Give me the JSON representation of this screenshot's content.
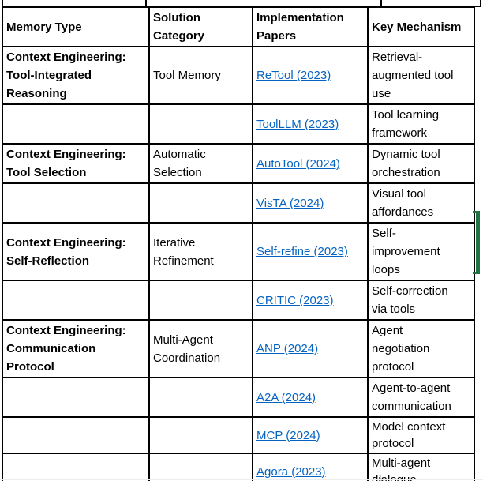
{
  "colors": {
    "link_blue": "#0563C1",
    "bracket_green": "#217346",
    "table_border": "#000000",
    "background": "#ffffff"
  },
  "table": {
    "columns": {
      "memory_type": "Memory Type",
      "solution_category": "Solution\nCategory",
      "papers": "Implementation\nPapers",
      "mechanism": "Key Mechanism"
    },
    "rows": [
      {
        "memory_type": "Context Engineering:\nTool-Integrated\nReasoning",
        "solution_category": "Tool Memory",
        "paper": "ReTool (2023)",
        "mechanism": "Retrieval-\naugmented tool\nuse"
      },
      {
        "memory_type": "",
        "solution_category": "",
        "paper": "ToolLLM (2023)",
        "mechanism": "Tool learning\nframework"
      },
      {
        "memory_type": "Context Engineering:\nTool Selection",
        "solution_category": "Automatic\nSelection",
        "paper": "AutoTool (2024)",
        "mechanism": "Dynamic tool\norchestration"
      },
      {
        "memory_type": "",
        "solution_category": "",
        "paper": "VisTA (2024)",
        "mechanism": "Visual tool\naffordances"
      },
      {
        "memory_type": "Context Engineering:\nSelf-Reflection",
        "solution_category": "Iterative\nRefinement",
        "paper": "Self-refine (2023)",
        "mechanism": "Self-\nimprovement\nloops"
      },
      {
        "memory_type": "",
        "solution_category": "",
        "paper": "CRITIC (2023)",
        "mechanism": "Self-correction\nvia tools"
      },
      {
        "memory_type": "Context Engineering:\nCommunication\nProtocol",
        "solution_category": "Multi-Agent\nCoordination",
        "paper": "ANP (2024)",
        "mechanism": "Agent\nnegotiation\nprotocol"
      },
      {
        "memory_type": "",
        "solution_category": "",
        "paper": "A2A (2024)",
        "mechanism": "Agent-to-agent\ncommunication"
      },
      {
        "memory_type": "",
        "solution_category": "",
        "paper": "MCP (2024)",
        "mechanism": "Model context\nprotocol"
      },
      {
        "memory_type": "",
        "solution_category": "",
        "paper": "Agora (2023)",
        "mechanism": "Multi-agent\ndialogue"
      }
    ]
  }
}
